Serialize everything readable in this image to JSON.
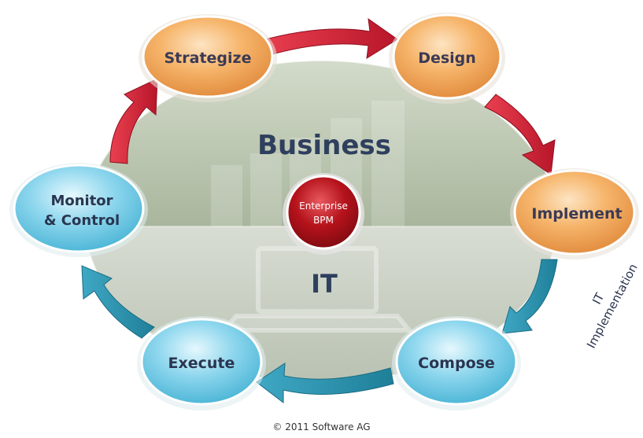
{
  "diagram": {
    "zones": {
      "business": "Business",
      "it": "IT"
    },
    "center": {
      "line1": "Enterprise",
      "line2": "BPM"
    },
    "stages": [
      {
        "id": "strategize",
        "line1": "Strategize",
        "line2": "",
        "group": "business"
      },
      {
        "id": "design",
        "line1": "Design",
        "line2": "",
        "group": "business"
      },
      {
        "id": "implement",
        "line1": "Implement",
        "line2": "",
        "group": "business"
      },
      {
        "id": "compose",
        "line1": "Compose",
        "line2": "",
        "group": "it"
      },
      {
        "id": "execute",
        "line1": "Execute",
        "line2": "",
        "group": "it"
      },
      {
        "id": "monitor-control",
        "line1": "Monitor",
        "line2": "& Control",
        "group": "it"
      }
    ],
    "side_label": {
      "line1": "IT",
      "line2": "Implementation"
    },
    "copyright": "© 2011 Software AG",
    "colors": {
      "business_node": "#f2a75c",
      "it_node": "#7fd3ea",
      "business_arrow": "#d0283c",
      "it_arrow": "#2b8fa8",
      "center": "#b5121b",
      "panel_top": "#b9c4ad",
      "panel_bottom": "#c9d0c4",
      "zone_text": "#2f3f5e"
    }
  }
}
